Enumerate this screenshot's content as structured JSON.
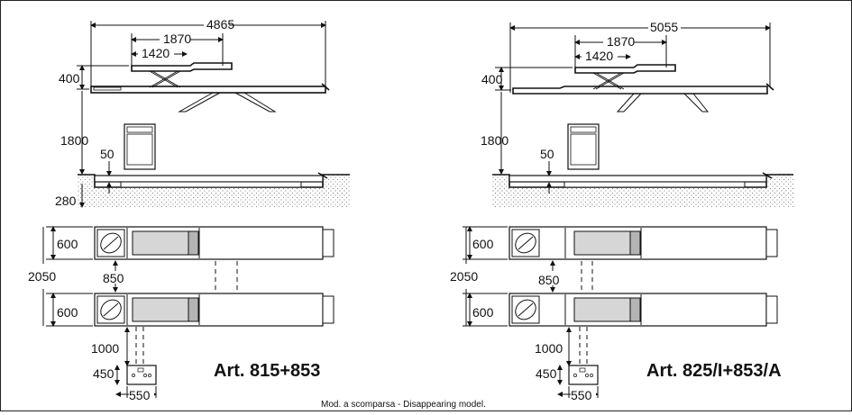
{
  "captions": {
    "bottom": "Mod. a scomparsa - Disappearing model."
  },
  "left": {
    "article": "Art. 815+853",
    "dims": {
      "total_length": "4865",
      "length_mid": "1870",
      "length_inner": "1420",
      "height_raised": "400",
      "height_console": "1800",
      "pit_offset": "50",
      "pit_depth": "280",
      "platform_width_top": "600",
      "track_distance": "2050",
      "gap": "850",
      "platform_width_bottom": "600",
      "console_distance": "1000",
      "console_depth": "450",
      "console_width": "550"
    }
  },
  "right": {
    "article": "Art. 825/I+853/A",
    "dims": {
      "total_length": "5055",
      "length_mid": "1870",
      "length_inner": "1420",
      "height_raised": "400",
      "height_console": "1800",
      "pit_offset": "50",
      "platform_width_top": "600",
      "track_distance": "2050",
      "gap": "850",
      "platform_width_bottom": "600",
      "console_distance": "1000",
      "console_depth": "450",
      "console_width": "550"
    }
  },
  "colors": {
    "line": "#111111",
    "platform_fill": "#d6d6d6",
    "ground_hatch": "#888888"
  }
}
